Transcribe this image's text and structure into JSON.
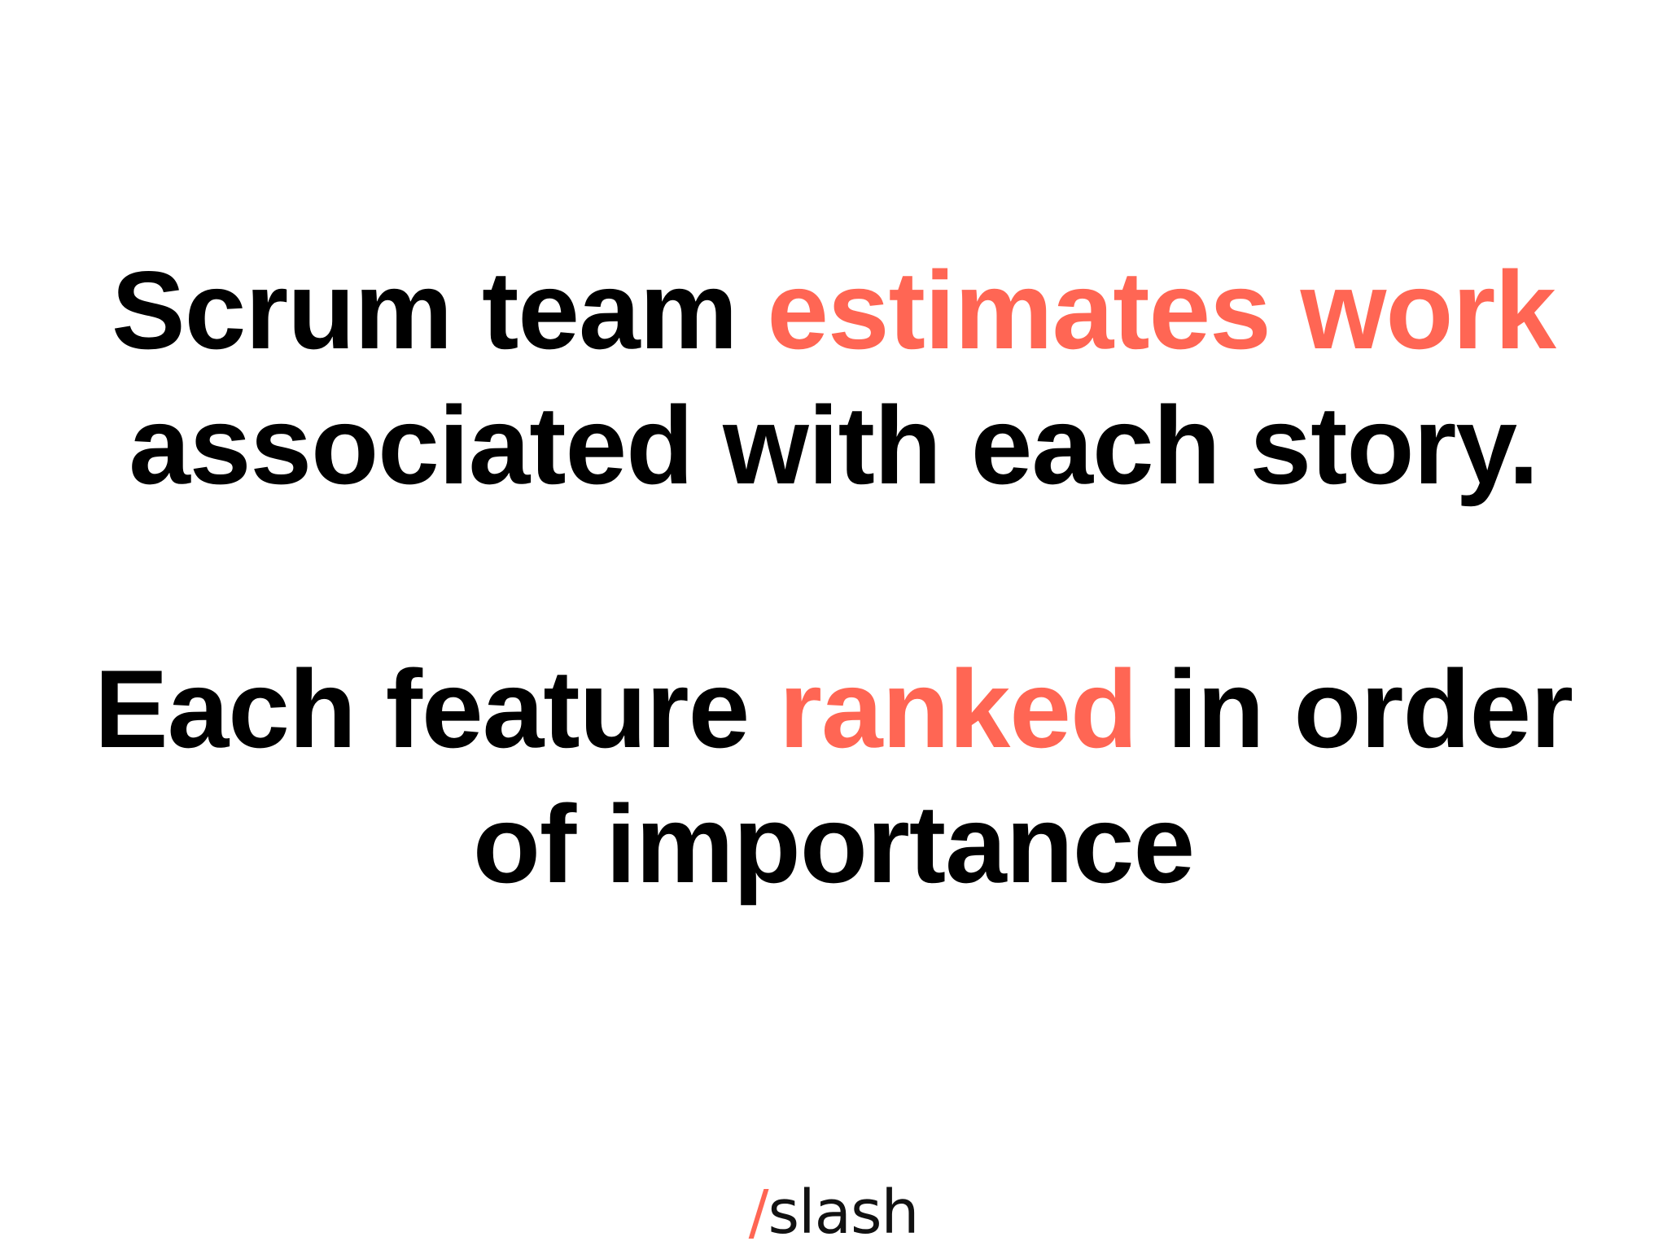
{
  "colors": {
    "text": "#000000",
    "accent": "#FF6654",
    "background": "#FFFFFF"
  },
  "statement_1": {
    "line_1": {
      "plain": "Scrum team ",
      "highlight": "estimates work"
    },
    "line_2": "associated with each story."
  },
  "statement_2": {
    "line_1": {
      "before": "Each feature ",
      "highlight": "ranked",
      "after": " in order"
    },
    "line_2": "of importance"
  },
  "logo": {
    "slash": "/",
    "word": "slash"
  }
}
